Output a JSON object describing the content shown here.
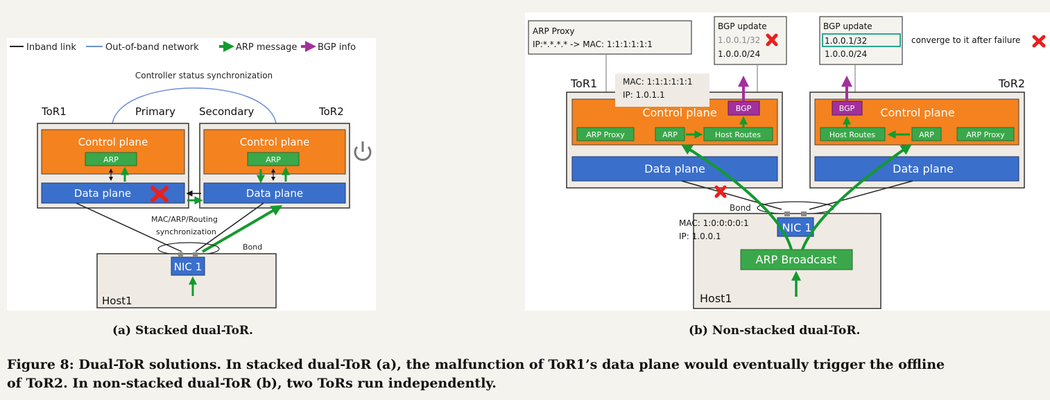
{
  "panel_a": {
    "legend": {
      "inband": "Inband link",
      "oob": "Out-of-band network",
      "arp_msg": "ARP message",
      "bgp_info": "BGP info"
    },
    "sync_label": "Controller status synchronization",
    "tor1": {
      "name": "ToR1",
      "role": "Primary",
      "control_plane": "Control plane",
      "arp": "ARP",
      "data_plane": "Data plane"
    },
    "tor2": {
      "name": "ToR2",
      "role": "Secondary",
      "control_plane": "Control plane",
      "arp": "ARP",
      "data_plane": "Data plane"
    },
    "mac_sync_line1": "MAC/ARP/Routing",
    "mac_sync_line2": "synchronization",
    "bond": "Bond",
    "nic": "NIC 1",
    "host": "Host1"
  },
  "panel_b": {
    "arp_proxy_box": {
      "title": "ARP Proxy",
      "rule": "IP:*.*.*.* -> MAC: 1:1:1:1:1:1"
    },
    "bgp_update_1": {
      "title": "BGP update",
      "route1": "1.0.0.1/32",
      "route2": "1.0.0.0/24"
    },
    "bgp_update_2": {
      "title": "BGP update",
      "route1": "1.0.0.1/32",
      "route2": "1.0.0.0/24"
    },
    "converge_note": "converge to it after failure",
    "tor1": {
      "name": "ToR1",
      "mac": "MAC: 1:1:1:1:1:1",
      "ip": "IP: 1.0.1.1",
      "control_plane": "Control plane",
      "bgp": "BGP",
      "arp_proxy": "ARP Proxy",
      "arp": "ARP",
      "host_routes": "Host Routes",
      "data_plane": "Data plane"
    },
    "tor2": {
      "name": "ToR2",
      "control_plane": "Control plane",
      "bgp": "BGP",
      "host_routes": "Host Routes",
      "arp": "ARP",
      "arp_proxy": "ARP Proxy",
      "data_plane": "Data plane"
    },
    "bond": "Bond",
    "host_mac": "MAC: 1:0:0:0:0:1",
    "host_ip": "IP: 1.0.0.1",
    "nic": "NIC 1",
    "arp_broadcast": "ARP Broadcast",
    "host": "Host1"
  },
  "subcaption_a": "(a) Stacked dual-ToR.",
  "subcaption_b": "(b) Non-stacked dual-ToR.",
  "caption_line1": "Figure 8: Dual-ToR solutions. In stacked dual-ToR (a), the malfunction of ToR1’s data plane would eventually trigger the offline",
  "caption_line2": "of ToR2. In non-stacked dual-ToR (b), two ToRs run independently.",
  "colors": {
    "orange": "#f4821f",
    "blue": "#3a6fcc",
    "green_box": "#3aa84a",
    "green_arrow": "#139a2e",
    "purple": "#a3309c",
    "oob_line": "#6d8fd6",
    "cross_red": "#e8201f",
    "grey_box": "#efebe4"
  }
}
